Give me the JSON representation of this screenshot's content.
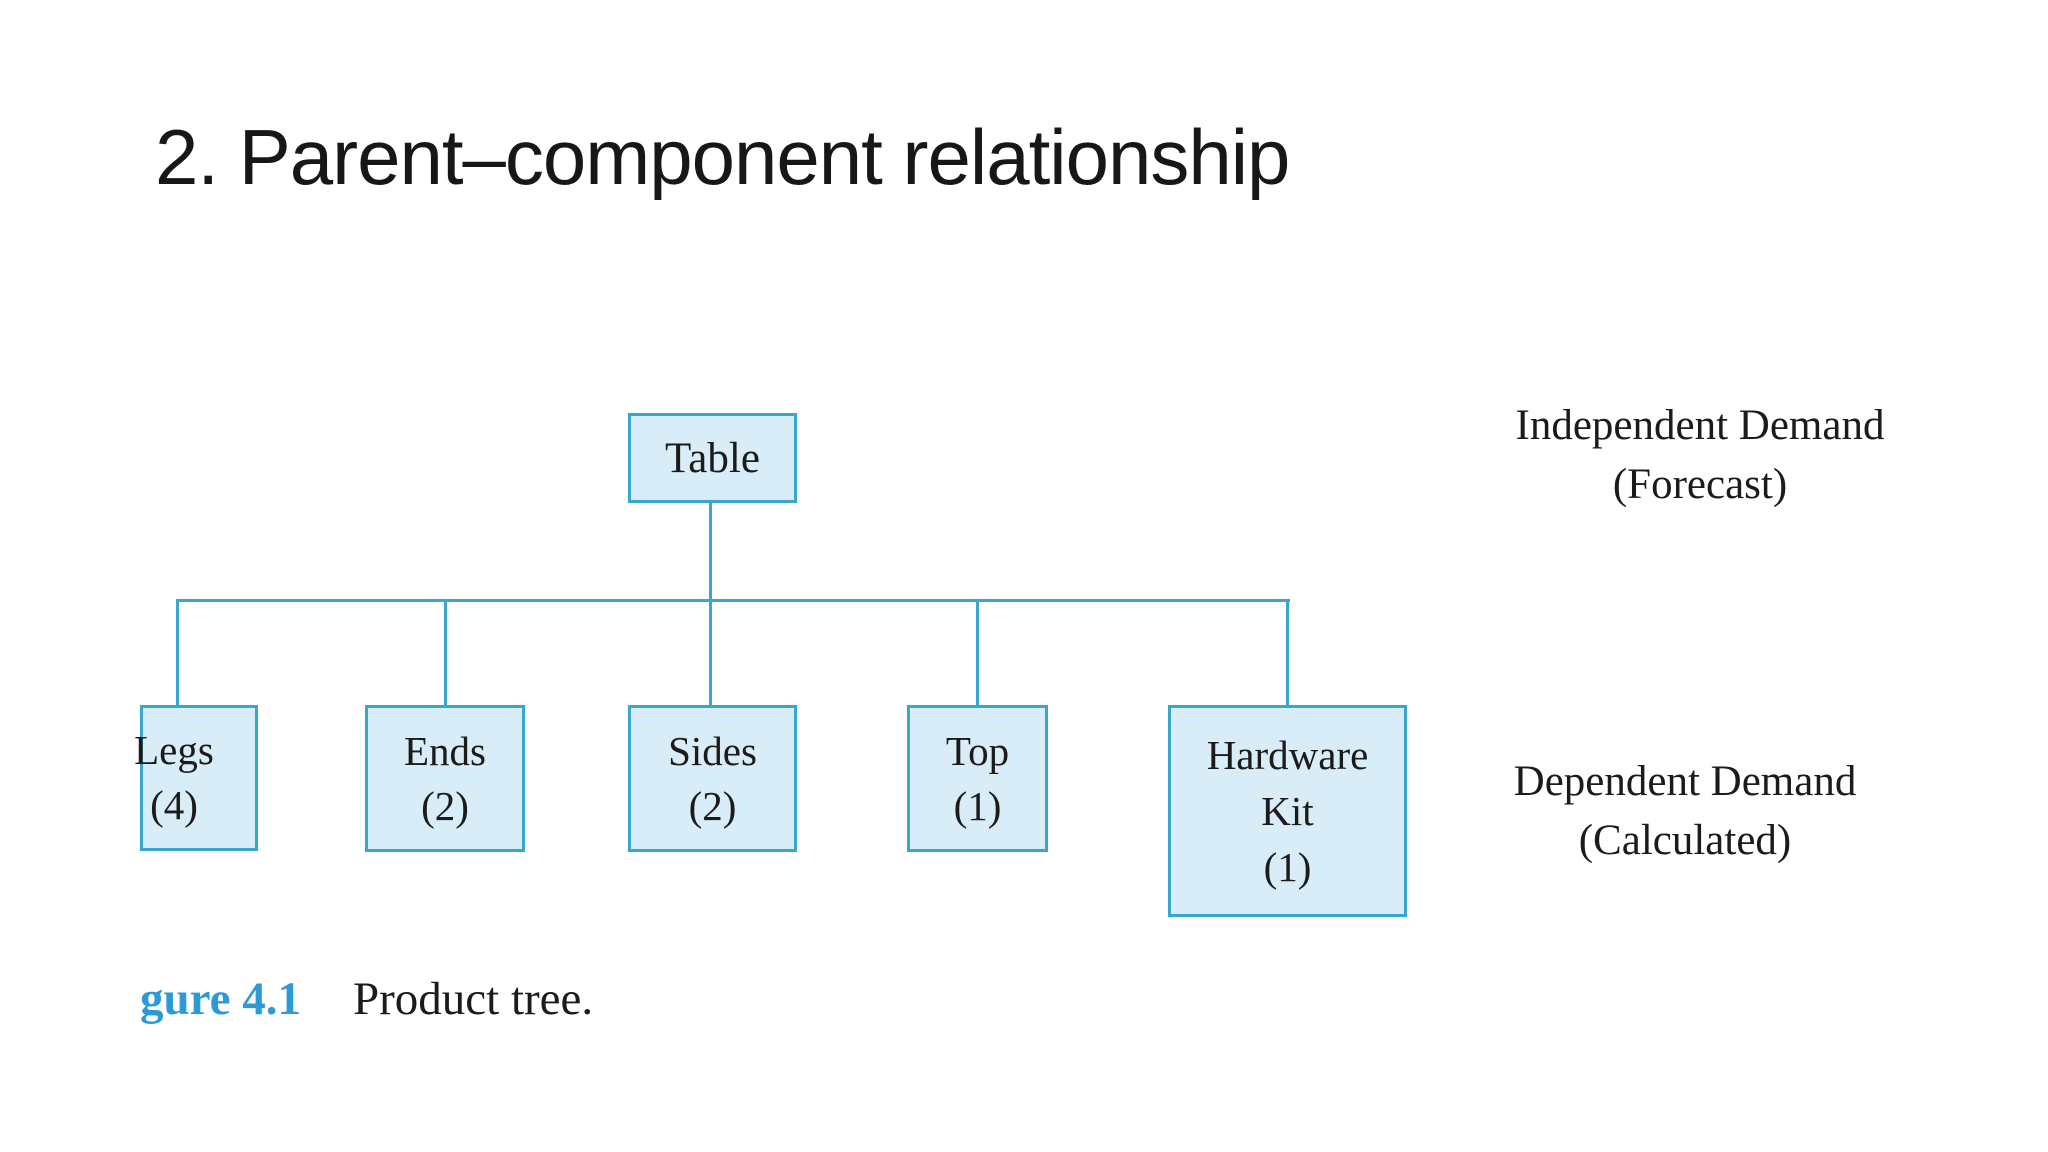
{
  "slide": {
    "title": "2. Parent–component relationship"
  },
  "diagram": {
    "type": "product-tree",
    "root": {
      "label": "Table"
    },
    "children": [
      {
        "label": "Legs",
        "qty": "(4)"
      },
      {
        "label": "Ends",
        "qty": "(2)"
      },
      {
        "label": "Sides",
        "qty": "(2)"
      },
      {
        "label": "Top",
        "qty": "(1)"
      },
      {
        "label": "Hardware",
        "label2": "Kit",
        "qty": "(1)"
      }
    ],
    "annotations": {
      "independent": {
        "line1": "Independent Demand",
        "line2": "(Forecast)"
      },
      "dependent": {
        "line1": "Dependent Demand",
        "line2": "(Calculated)"
      }
    },
    "caption": {
      "figure_label": "gure 4.1",
      "text": "Product tree."
    }
  },
  "colors": {
    "node_fill": "#D8EDF8",
    "node_border": "#38A7CB",
    "connector": "#38A7CB",
    "caption_label_blue": "#2D9AD6",
    "text": "#1B1B1B"
  }
}
